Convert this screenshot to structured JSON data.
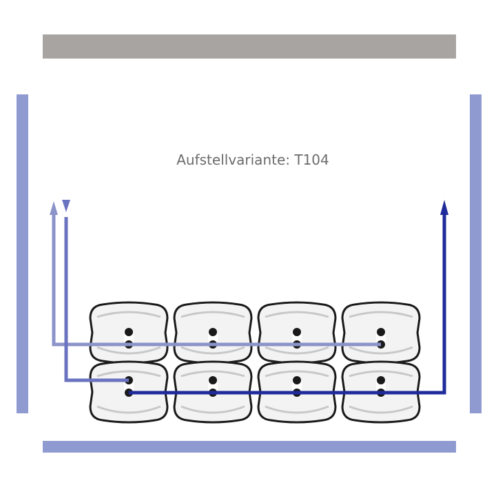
{
  "title": "Aufstellvariante: T104",
  "colors": {
    "wall_top": "#a8a4a2",
    "wall": "#8f9bd0",
    "line_light": "#8b93c9",
    "line_mid": "#6a73c0",
    "line_dark": "#1f2b9b"
  },
  "tanks": {
    "columns": 4,
    "rows": 2
  }
}
